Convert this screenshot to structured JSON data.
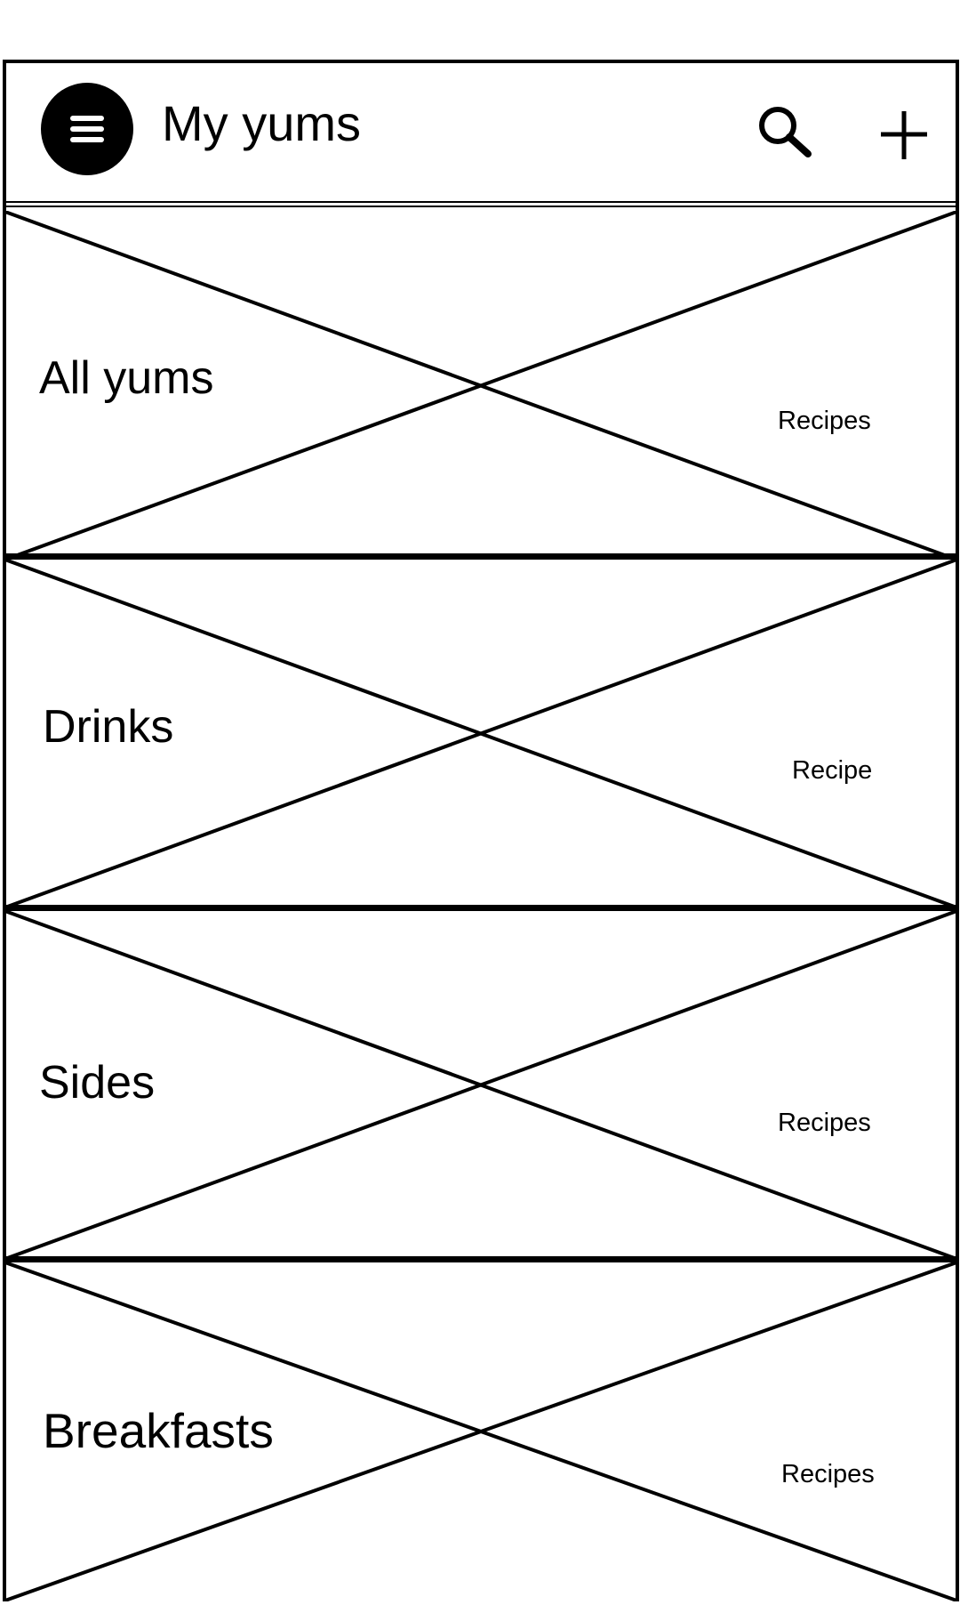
{
  "header": {
    "title": "My yums",
    "menu_icon": "hamburger-menu-icon",
    "search_icon": "search-icon",
    "add_icon": "plus-icon"
  },
  "categories": [
    {
      "name": "All yums",
      "label": "Recipes",
      "image": "placeholder-image"
    },
    {
      "name": "Drinks",
      "label": "Recipe",
      "image": "placeholder-image"
    },
    {
      "name": "Sides",
      "label": "Recipes",
      "image": "placeholder-image"
    },
    {
      "name": "Breakfasts",
      "label": "Recipes",
      "image": "placeholder-image"
    }
  ]
}
